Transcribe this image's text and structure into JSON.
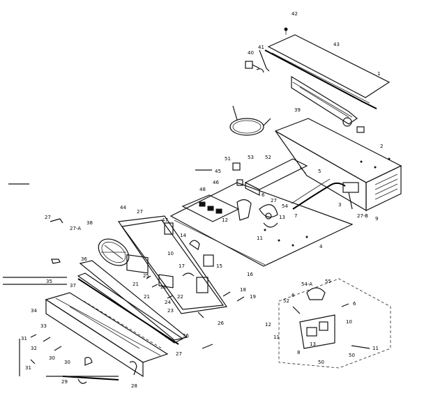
{
  "labels": {
    "l42": "42",
    "l43": "43",
    "l40": "40",
    "l41": "41",
    "l1": "1",
    "l39": "39",
    "l2": "2",
    "l53": "53",
    "l51": "51",
    "l52": "52",
    "l45": "45",
    "l46": "46",
    "l48": "48",
    "l6": "6",
    "l5": "5",
    "l27": "27",
    "l3": "3",
    "l44": "44",
    "l27a": "27-A",
    "l38": "38",
    "l7": "7",
    "l12": "12",
    "l13": "13",
    "l54": "54",
    "l4": "4",
    "l47": "47",
    "l11": "11",
    "l14": "14",
    "l36": "36",
    "l35": "35",
    "l34": "34",
    "l33": "33",
    "l37": "37",
    "l25": "25",
    "l21": "21",
    "l20": "20",
    "l22": "22",
    "l23": "23",
    "l24": "24",
    "l15": "15",
    "l17": "17",
    "l26": "26",
    "l16": "16",
    "l18": "18",
    "l19": "19",
    "l30": "30",
    "l31": "31",
    "l32": "32",
    "l28": "28",
    "l29": "29",
    "l54a": "54-A",
    "l55": "55",
    "l10": "10",
    "l50": "50",
    "l27b": "27-B",
    "l9": "9",
    "l8": "8"
  }
}
